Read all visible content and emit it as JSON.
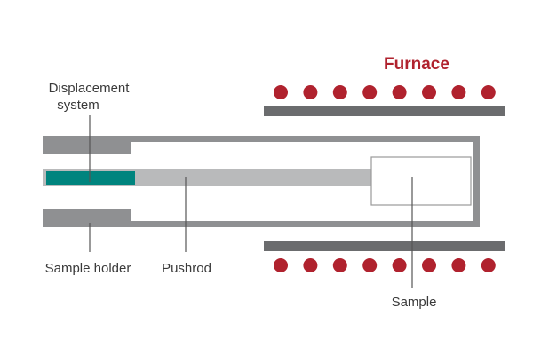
{
  "diagram": {
    "title": "Furnace",
    "labels": {
      "displacement_line1": "Displacement",
      "displacement_line2": "system",
      "sample_holder": "Sample holder",
      "pushrod": "Pushrod",
      "sample": "Sample"
    },
    "colors": {
      "accent": "#b0222e",
      "dark_gray": "#6b6c6e",
      "mid_gray": "#8f9092",
      "light_gray": "#b9babb",
      "teal": "#00847e",
      "text": "#3a3a3a",
      "leader": "#555555"
    },
    "furnace_coils_per_row": 8
  }
}
